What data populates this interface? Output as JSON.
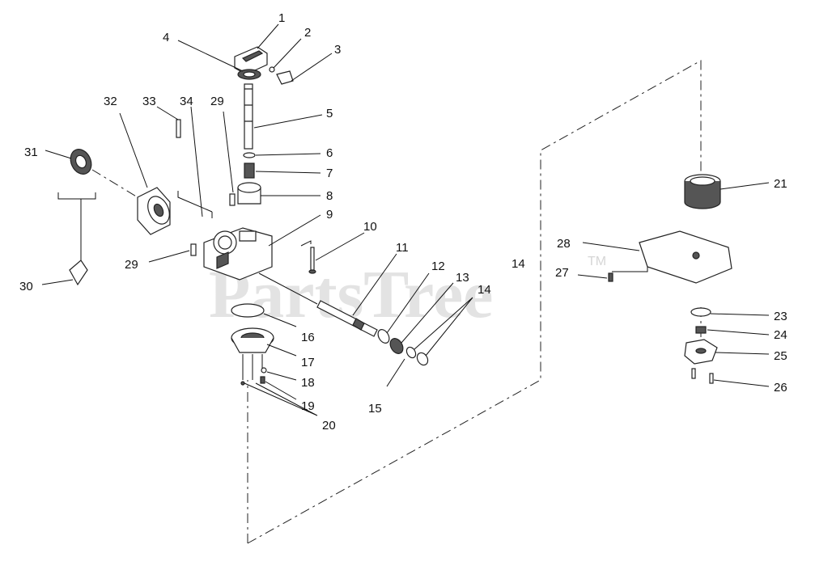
{
  "watermark": {
    "brand": "PartsTree",
    "trademark": "TM"
  },
  "callouts": {
    "c1": "1",
    "c2": "2",
    "c3": "3",
    "c4": "4",
    "c5": "5",
    "c6": "6",
    "c7": "7",
    "c8": "8",
    "c9": "9",
    "c10": "10",
    "c11": "11",
    "c12": "12",
    "c13": "13",
    "c14a": "14",
    "c14b": "14",
    "c15": "15",
    "c16": "16",
    "c17": "17",
    "c18": "18",
    "c19": "19",
    "c20": "20",
    "c21": "21",
    "c23": "23",
    "c24": "24",
    "c25": "25",
    "c26": "26",
    "c27": "27",
    "c28": "28",
    "c29a": "29",
    "c29b": "29",
    "c30": "30",
    "c31": "31",
    "c32": "32",
    "c33": "33",
    "c34": "34"
  }
}
